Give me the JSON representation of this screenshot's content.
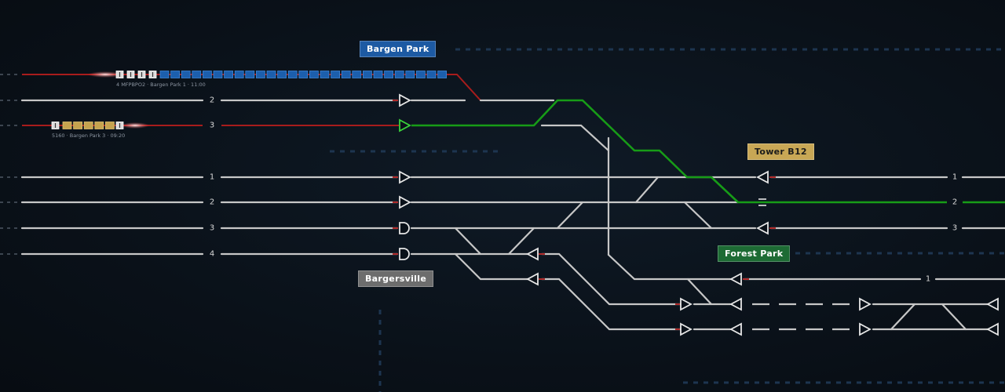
{
  "stations": {
    "bargen_park": "Bargen Park",
    "bargersville": "Bargersville",
    "tower_b12": "Tower B12",
    "forest_park": "Forest Park"
  },
  "trains": [
    {
      "id": "MFPBPO2",
      "caption": "4 MFPBPO2 · Bargen Park 1 · 11:00",
      "color": "#1c5fad"
    },
    {
      "id": "5160",
      "caption": "5160 · Bargen Park 3 · 09:20",
      "color": "#c5a34f"
    }
  ],
  "track_numbers": {
    "west_upper": [
      "2",
      "3"
    ],
    "west_main": [
      "1",
      "2",
      "3",
      "4"
    ],
    "east_main": [
      "1",
      "2",
      "3"
    ],
    "forest_branch": "1"
  },
  "colors": {
    "background": "#0a1119",
    "track": "#c7c7c7",
    "route": "#179c17",
    "occupied": "#a81c1c",
    "grid_dash": "#1d3550"
  }
}
